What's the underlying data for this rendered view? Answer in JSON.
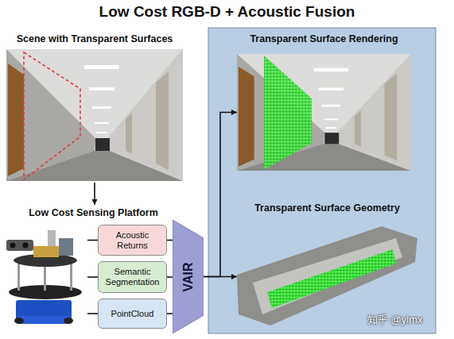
{
  "diagram": {
    "title": "Low Cost RGB-D + Acoustic Fusion",
    "nodes": [
      {
        "text": [
          "Scene with Transparent Surfaces"
        ]
      },
      {
        "text": [
          "Low Cost Sensing Platform"
        ]
      },
      {
        "text": [
          "Acoustic Returns"
        ]
      },
      {
        "text": [
          "Semantic Segmentation"
        ]
      },
      {
        "text": [
          "PointCloud"
        ]
      },
      {
        "text": [
          "VAIR"
        ]
      },
      {
        "text": [
          "Transparent Surface Rendering"
        ]
      },
      {
        "text": [
          "Transparent Surface Geometry"
        ]
      }
    ],
    "edges": [
      {
        "from": 0,
        "to": 1,
        "arrow": "to"
      },
      {
        "from": 1,
        "to": 2,
        "arrow": "none"
      },
      {
        "from": 1,
        "to": 3,
        "arrow": "none"
      },
      {
        "from": 1,
        "to": 4,
        "arrow": "none"
      },
      {
        "from": 2,
        "to": 5,
        "arrow": "none"
      },
      {
        "from": 3,
        "to": 5,
        "arrow": "none"
      },
      {
        "from": 4,
        "to": 5,
        "arrow": "none"
      },
      {
        "from": 5,
        "to": 6,
        "arrow": "to"
      },
      {
        "from": 5,
        "to": 7,
        "arrow": "to"
      }
    ],
    "labels": [
      "知乎 @ylmx"
    ]
  }
}
